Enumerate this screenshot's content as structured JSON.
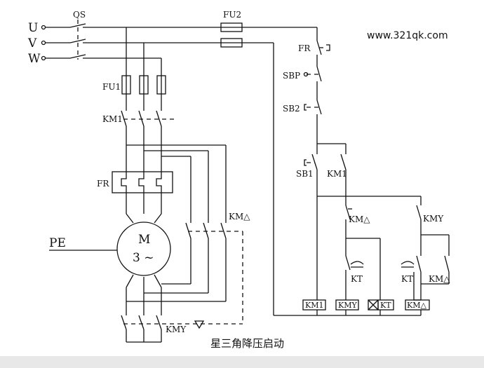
{
  "phases": [
    "U",
    "V",
    "W"
  ],
  "labels": {
    "qs": "QS",
    "fu1": "FU1",
    "fu2": "FU2",
    "km1_main": "KM1",
    "fr_main": "FR",
    "motor_m": "M",
    "motor_phase": "3 ~",
    "pe": "PE",
    "km_delta_main": "KM△",
    "kmy_main": "KMY",
    "fr_ctrl": "FR",
    "sbp": "SBP",
    "sb2": "SB2",
    "sb1": "SB1",
    "km1_ctrl": "KM1",
    "km_delta_ctrl": "KM△",
    "kmy_ctrl": "KMY",
    "kt_left": "KT",
    "kt_right": "KT",
    "km_delta_right": "KM△"
  },
  "coils": [
    "KM1",
    "KMY",
    "KT",
    "KM△"
  ],
  "website": "www.321qk.com",
  "caption": "星三角降压启动"
}
